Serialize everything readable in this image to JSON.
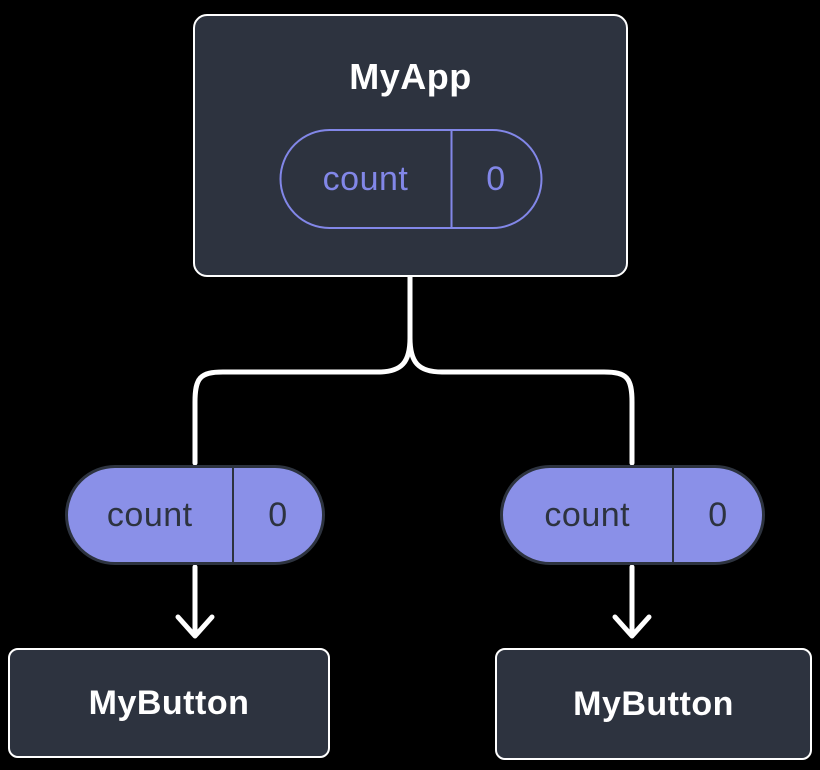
{
  "canvas": {
    "background": "#000000"
  },
  "colors": {
    "node_fill": "#2D333F",
    "node_border": "#FFFFFF",
    "connector": "#FFFFFF",
    "state_pill_outline": "#8287E8",
    "state_pill_fill": "#8A90E8",
    "state_pill_dark_text": "#2D333F",
    "title_text": "#FFFFFF"
  },
  "diagram": {
    "root": {
      "title": "MyApp",
      "state": {
        "label": "count",
        "value": "0"
      }
    },
    "children": [
      {
        "title": "MyButton",
        "prop": {
          "label": "count",
          "value": "0"
        }
      },
      {
        "title": "MyButton",
        "prop": {
          "label": "count",
          "value": "0"
        }
      }
    ]
  }
}
